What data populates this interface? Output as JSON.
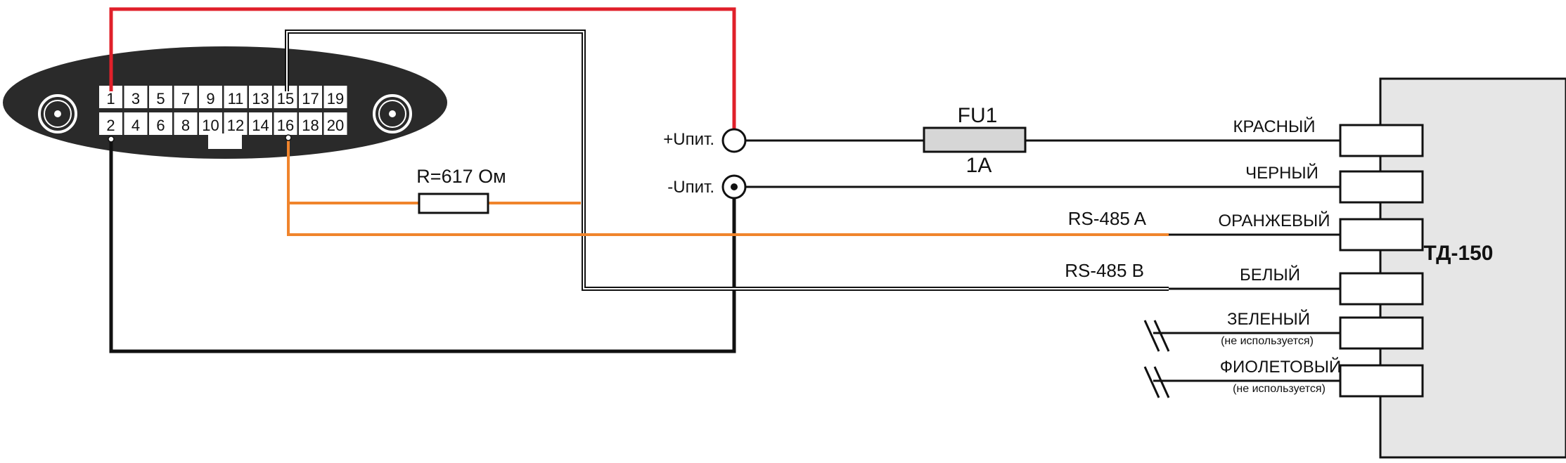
{
  "connector": {
    "pins_top": [
      "1",
      "3",
      "5",
      "7",
      "9",
      "11",
      "13",
      "15",
      "17",
      "19"
    ],
    "pins_bottom": [
      "2",
      "4",
      "6",
      "8",
      "10",
      "12",
      "14",
      "16",
      "18",
      "20"
    ]
  },
  "resistor": {
    "label": "R=617 Ом"
  },
  "fuse": {
    "name": "FU1",
    "rating": "1A"
  },
  "power": {
    "plus": "+Uпит.",
    "minus": "-Uпит."
  },
  "bus": {
    "a": "RS-485 A",
    "b": "RS-485 B"
  },
  "sensor": {
    "name": "ТД-150",
    "wires": [
      {
        "label": "КРАСНЫЙ",
        "note": ""
      },
      {
        "label": "ЧЕРНЫЙ",
        "note": ""
      },
      {
        "label": "ОРАНЖЕВЫЙ",
        "note": ""
      },
      {
        "label": "БЕЛЫЙ",
        "note": ""
      },
      {
        "label": "ЗЕЛЕНЫЙ",
        "note": "(не используется)"
      },
      {
        "label": "ФИОЛЕТОВЫЙ",
        "note": "(не используется)"
      }
    ]
  },
  "colors": {
    "red": "#e0202a",
    "orange": "#f0842c",
    "black": "#111111",
    "connector_body": "#2a2a2a",
    "sensor_body": "#e6e6e6"
  }
}
